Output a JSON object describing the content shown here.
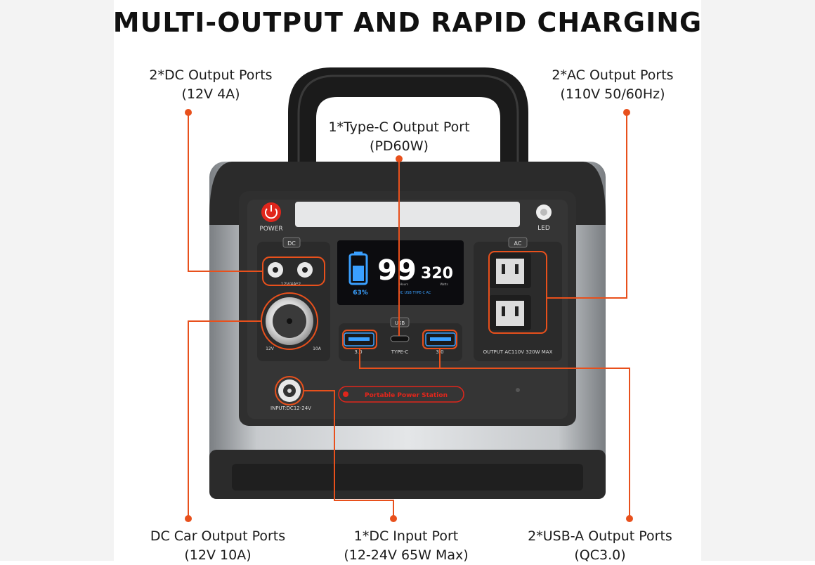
{
  "title": "MULTI-OUTPUT AND RAPID CHARGING",
  "callouts": {
    "dc_output": {
      "line1": "2*DC Output Ports",
      "line2": "(12V 4A)"
    },
    "ac_output": {
      "line1": "2*AC Output Ports",
      "line2": "(110V 50/60Hz)"
    },
    "type_c": {
      "line1": "1*Type-C Output Port",
      "line2": "(PD60W)"
    },
    "car_output": {
      "line1": "DC Car Output Ports",
      "line2": "(12V 10A)"
    },
    "dc_input": {
      "line1": "1*DC Input Port",
      "line2": "(12-24V 65W Max)"
    },
    "usb_a": {
      "line1": "2*USB-A Output Ports",
      "line2": "(QC3.0)"
    }
  },
  "panel": {
    "power_label": "POWER",
    "led_label": "LED",
    "dc_tag": "DC",
    "dc_port_rating": "12V/4A*2",
    "car_left": "12V",
    "car_right": "10A",
    "ac_tag": "AC",
    "ac_output": "OUTPUT AC110V 320W MAX",
    "usb_tag": "USB",
    "type_c": "TYPE-C",
    "qc_left": "3.0",
    "qc_right": "3.0",
    "input_label": "INPUT:DC12-24V",
    "brand_label": "Portable Power Station"
  },
  "display": {
    "battery_percent": "63%",
    "hours": "99",
    "hours_unit": "Hours",
    "watts": "320",
    "watts_unit": "Watts",
    "indicators": "DC  USB  TYPE-C  AC"
  },
  "colors": {
    "accent": "#e8501c",
    "display_blue": "#3aa0ff",
    "body_dark": "#2a2a2a",
    "metal": "#b9bcbf"
  }
}
